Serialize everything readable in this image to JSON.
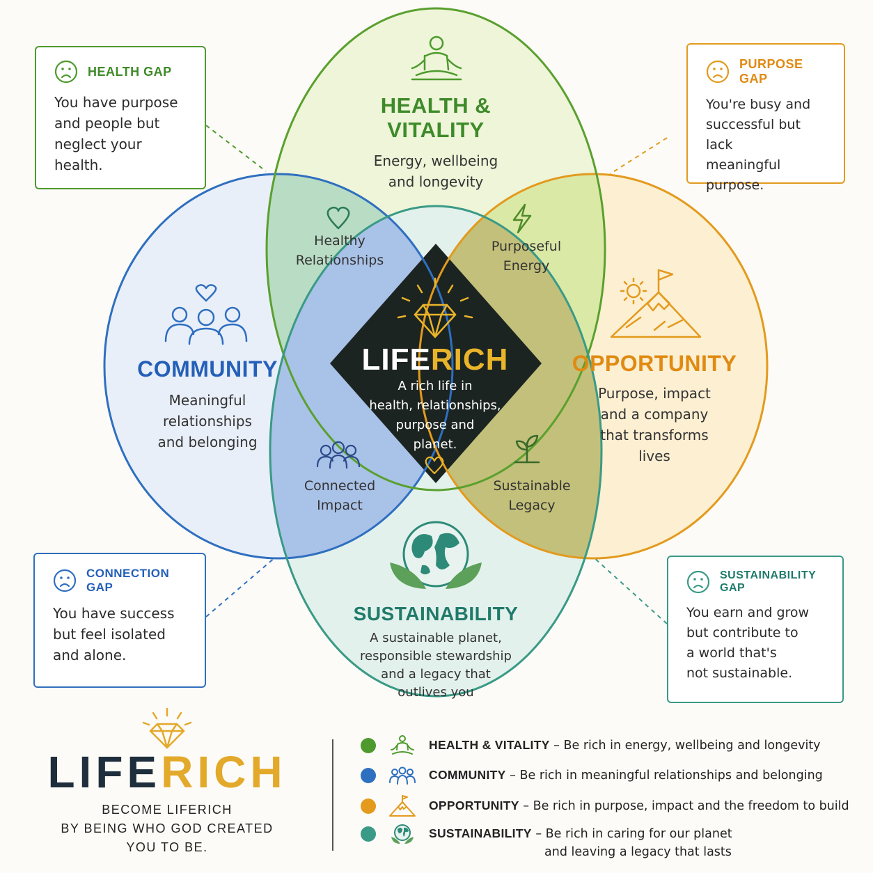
{
  "colors": {
    "health": "#4e9a2e",
    "community": "#2f6fc0",
    "opportunity": "#e39a1d",
    "sustainability": "#3a9a86",
    "center": "#1c2421",
    "gold": "#e3a92a"
  },
  "circles": {
    "health": {
      "title": "HEALTH & VITALITY",
      "title_line1": "HEALTH &",
      "title_line2": "VITALITY",
      "desc_line1": "Energy, wellbeing",
      "desc_line2": "and longevity",
      "icon": "meditation-icon"
    },
    "community": {
      "title": "COMMUNITY",
      "desc_line1": "Meaningful",
      "desc_line2": "relationships",
      "desc_line3": "and belonging",
      "icon": "people-heart-icon"
    },
    "opportunity": {
      "title": "OPPORTUNITY",
      "desc_line1": "Purpose, impact",
      "desc_line2": "and a company",
      "desc_line3": "that transforms",
      "desc_line4": "lives",
      "icon": "mountain-flag-icon"
    },
    "sustainability": {
      "title": "SUSTAINABILITY",
      "desc_line1": "A sustainable planet,",
      "desc_line2": "responsible stewardship",
      "desc_line3": "and a legacy that",
      "desc_line4": "outlives you",
      "icon": "globe-leaves-icon"
    }
  },
  "overlaps": {
    "health_community": {
      "line1": "Healthy",
      "line2": "Relationships",
      "icon": "heart-icon"
    },
    "health_opportunity": {
      "line1": "Purposeful",
      "line2": "Energy",
      "icon": "lightning-icon"
    },
    "community_sustainability": {
      "line1": "Connected",
      "line2": "Impact",
      "icon": "people-icon"
    },
    "opportunity_sustainability": {
      "line1": "Sustainable",
      "line2": "Legacy",
      "icon": "sprout-icon"
    }
  },
  "center": {
    "title_life": "LIFE",
    "title_rich": "RICH",
    "desc_line1": "A rich life in",
    "desc_line2": "health, relationships,",
    "desc_line3": "purpose and",
    "desc_line4": "planet.",
    "icon": "diamond-icon"
  },
  "gaps": {
    "health": {
      "title": "HEALTH GAP",
      "line1": "You have purpose",
      "line2": "and people but",
      "line3": "neglect your",
      "line4": "health."
    },
    "purpose": {
      "title": "PURPOSE GAP",
      "line1": "You're busy and",
      "line2": "successful but lack",
      "line3": "meaningful",
      "line4": "purpose."
    },
    "connection": {
      "title": "CONNECTION GAP",
      "line1": "You have success",
      "line2": "but feel isolated",
      "line3": "and alone."
    },
    "sustainability": {
      "title": "SUSTAINABILITY GAP",
      "line1": "You earn and grow",
      "line2": "but contribute to",
      "line3": "a world that's",
      "line4": "not sustainable."
    }
  },
  "brand": {
    "life": "LIFE",
    "rich": "RICH",
    "tag_line1": "BECOME LIFERICH",
    "tag_line2": "BY BEING WHO GOD CREATED",
    "tag_line3": "YOU TO BE."
  },
  "legend": [
    {
      "key": "health",
      "name": "HEALTH & VITALITY",
      "text": " – Be rich in energy, wellbeing and longevity",
      "text2": ""
    },
    {
      "key": "community",
      "name": "COMMUNITY",
      "text": " – Be rich in meaningful relationships and belonging",
      "text2": ""
    },
    {
      "key": "opportunity",
      "name": "OPPORTUNITY",
      "text": " – Be rich in purpose, impact and the freedom to build",
      "text2": ""
    },
    {
      "key": "sustainability",
      "name": "SUSTAINABILITY",
      "text": " – Be rich in caring for our planet",
      "text2": "and leaving a legacy that lasts"
    }
  ]
}
